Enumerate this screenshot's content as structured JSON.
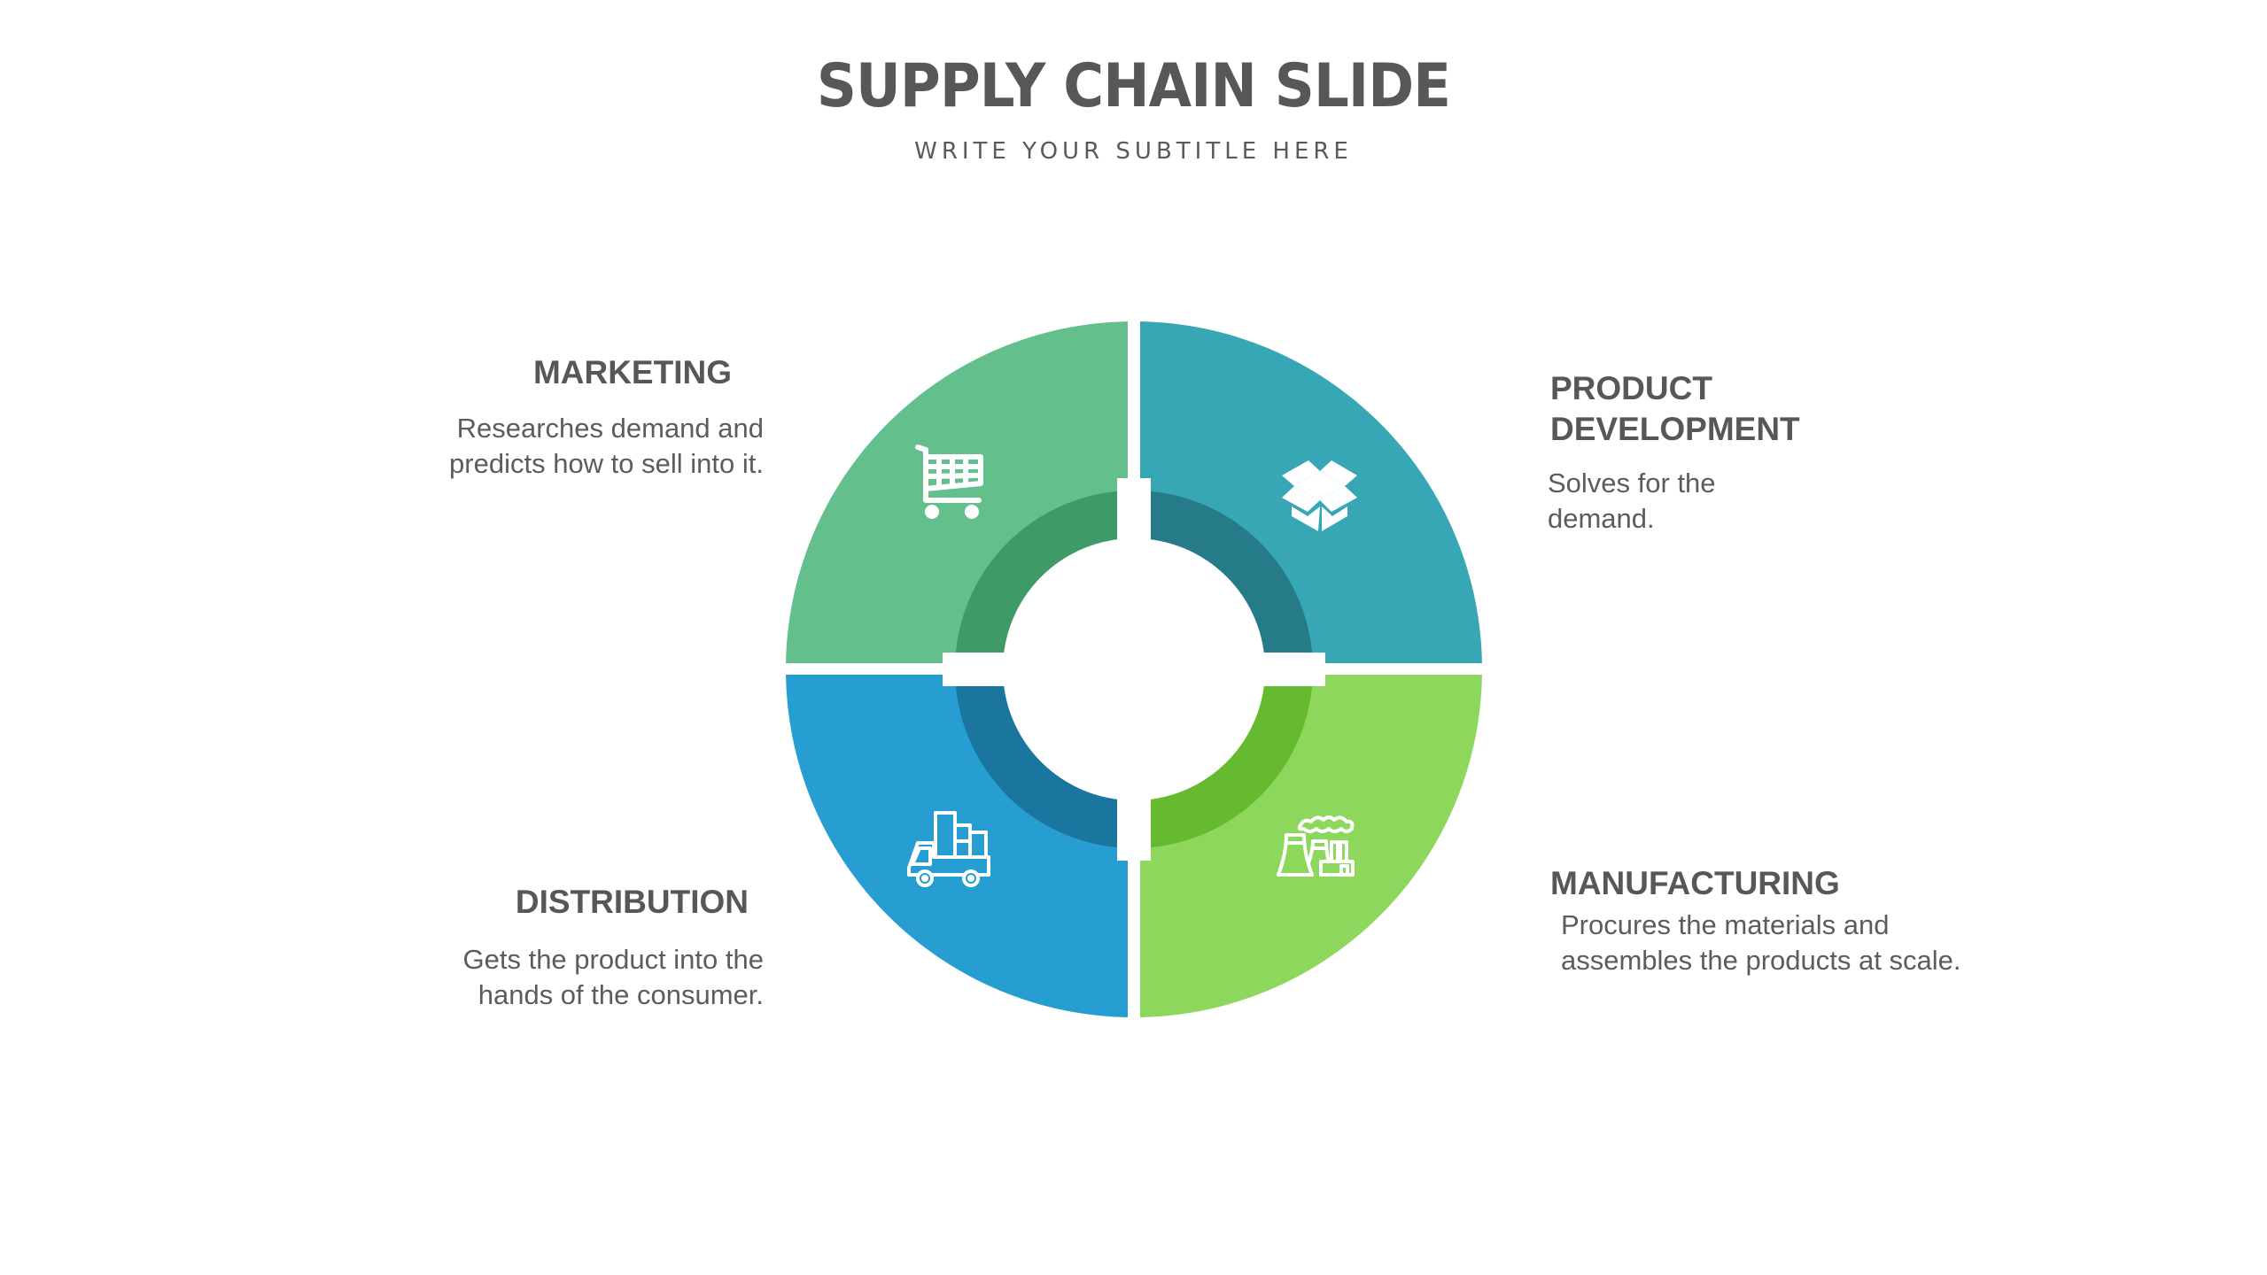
{
  "header": {
    "title": "SUPPLY CHAIN SLIDE",
    "subtitle": "WRITE YOUR SUBTITLE HERE"
  },
  "segments": [
    {
      "id": "marketing",
      "position": "top-left",
      "title": "MARKETING",
      "description_lines": [
        "Researches demand and",
        "predicts how to sell into it."
      ],
      "icon": "shopping-cart-icon",
      "color_outer": "#63BF8C",
      "color_inner": "#3E9A66"
    },
    {
      "id": "product-development",
      "position": "top-right",
      "title_lines": [
        "PRODUCT",
        "DEVELOPMENT"
      ],
      "description_lines": [
        "Solves for the",
        "demand."
      ],
      "icon": "open-box-icon",
      "color_outer": "#37A6B5",
      "color_inner": "#267B88"
    },
    {
      "id": "manufacturing",
      "position": "bottom-right",
      "title": "MANUFACTURING",
      "description_lines": [
        "Procures the materials and",
        "assembles the products at scale."
      ],
      "icon": "factory-icon",
      "color_outer": "#8DD75C",
      "color_inner": "#66BA30"
    },
    {
      "id": "distribution",
      "position": "bottom-left",
      "title": "DISTRIBUTION",
      "description_lines": [
        "Gets the product into the",
        "hands of the consumer."
      ],
      "icon": "delivery-truck-icon",
      "color_outer": "#269ED1",
      "color_inner": "#1A769E"
    }
  ]
}
